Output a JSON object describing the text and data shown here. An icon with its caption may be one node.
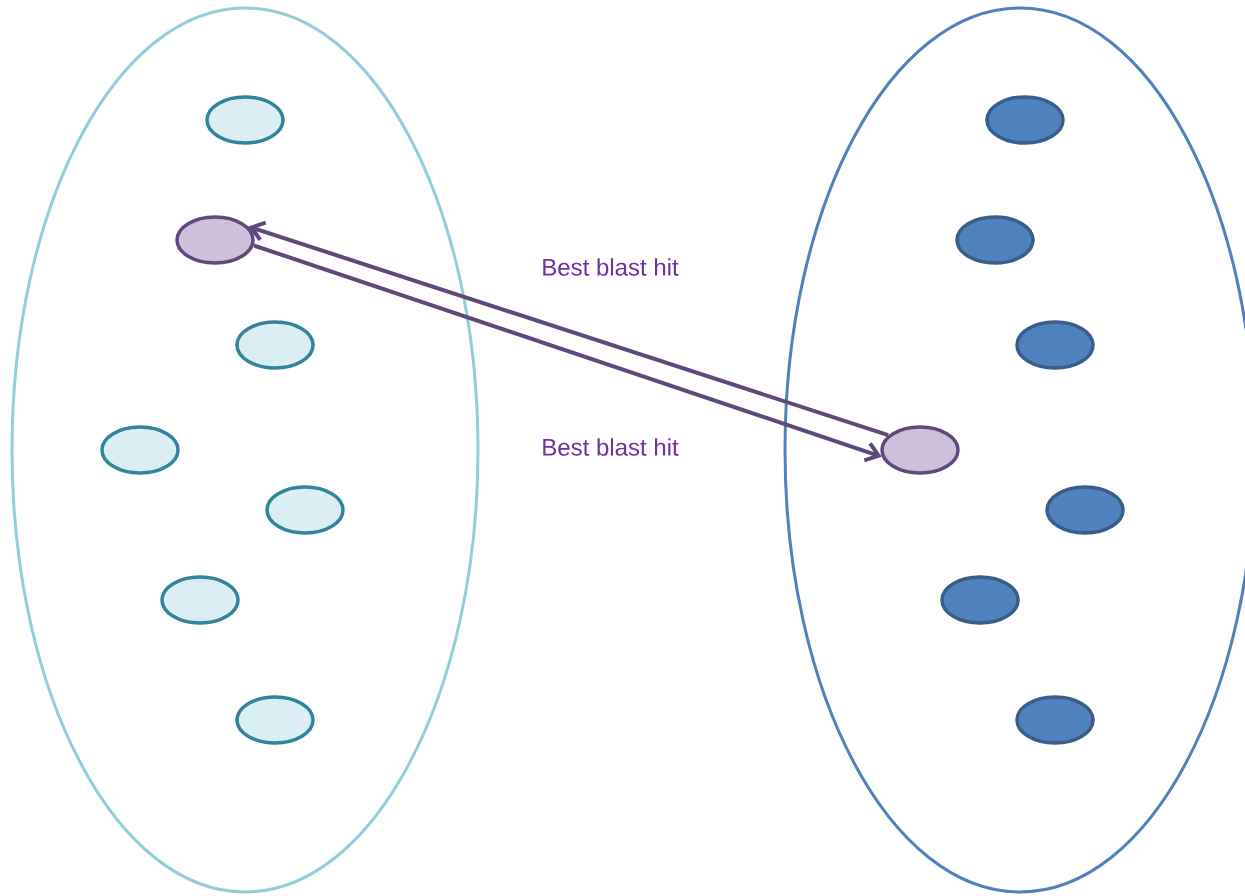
{
  "diagram": {
    "nodes": [
      {
        "text": [],
        "shape": "ellipse"
      },
      {
        "text": [],
        "shape": "ellipse",
        "in": 0
      },
      {
        "text": [],
        "shape": "ellipse",
        "in": 0
      },
      {
        "text": [],
        "shape": "ellipse",
        "in": 0
      },
      {
        "text": [],
        "shape": "ellipse",
        "in": 0
      },
      {
        "text": [],
        "shape": "ellipse",
        "in": 0
      },
      {
        "text": [],
        "shape": "ellipse",
        "in": 0
      },
      {
        "text": [],
        "shape": "ellipse",
        "in": 0
      },
      {
        "text": [],
        "shape": "ellipse"
      },
      {
        "text": [],
        "shape": "ellipse",
        "in": 8
      },
      {
        "text": [],
        "shape": "ellipse",
        "in": 8
      },
      {
        "text": [],
        "shape": "ellipse",
        "in": 8
      },
      {
        "text": [],
        "shape": "ellipse",
        "in": 8
      },
      {
        "text": [],
        "shape": "ellipse",
        "in": 8
      },
      {
        "text": [],
        "shape": "ellipse",
        "in": 8
      },
      {
        "text": [],
        "shape": "ellipse",
        "in": 8
      }
    ],
    "edges": [
      {
        "from": 12,
        "to": 2,
        "arrow": "to",
        "label": "Best blast hit"
      },
      {
        "from": 2,
        "to": 12,
        "arrow": "to",
        "label": "Best blast hit"
      }
    ]
  }
}
